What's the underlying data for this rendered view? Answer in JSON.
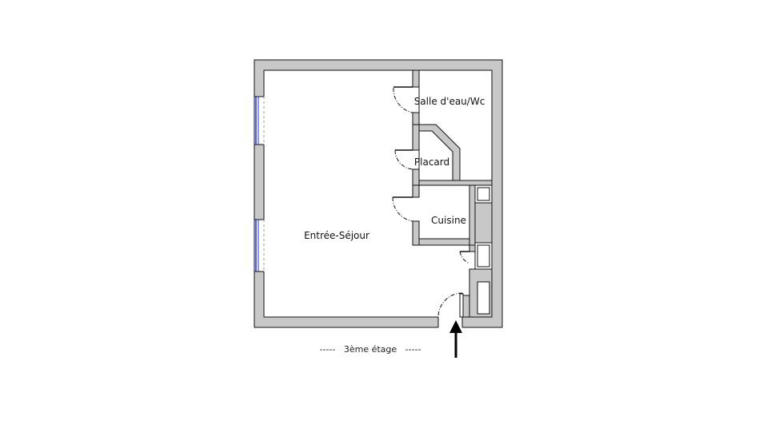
{
  "rooms": {
    "salle_eau": "Salle d'eau/Wc",
    "placard": "Placard",
    "cuisine": "Cuisine",
    "entree_sejour": "Entrée-Séjour"
  },
  "floor_label": "-----   3ème étage   -----",
  "colors": {
    "wall_fill": "#c8c8c8",
    "wall_stroke": "#111111",
    "window": "#2233cc",
    "background": "#ffffff"
  }
}
